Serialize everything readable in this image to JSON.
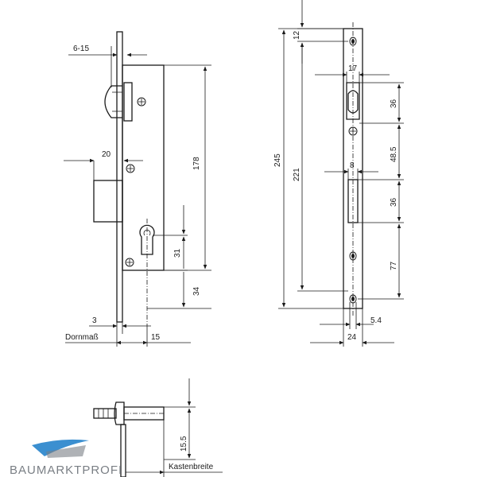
{
  "side_view": {
    "dim_6_15": "6-15",
    "dim_20": "20",
    "dim_178": "178",
    "dim_31": "31",
    "dim_34": "34",
    "dim_3": "3",
    "dim_15": "15",
    "label_dornmass": "Dornmaß"
  },
  "front_view": {
    "dim_12": "12",
    "dim_17": "17",
    "dim_245": "245",
    "dim_221": "221",
    "dim_36_top": "36",
    "dim_48_5": "48.5",
    "dim_8": "8",
    "dim_36_bottom": "36",
    "dim_77": "77",
    "dim_5_4": "5.4",
    "dim_24": "24"
  },
  "pin_view": {
    "dim_15_5": "15.5",
    "label_kastenbreite": "Kastenbreite"
  },
  "logo": {
    "text": "BAUMARKTPROFI",
    "colors": {
      "blue": "#3b8fd0",
      "gray": "#7a7f85"
    }
  }
}
